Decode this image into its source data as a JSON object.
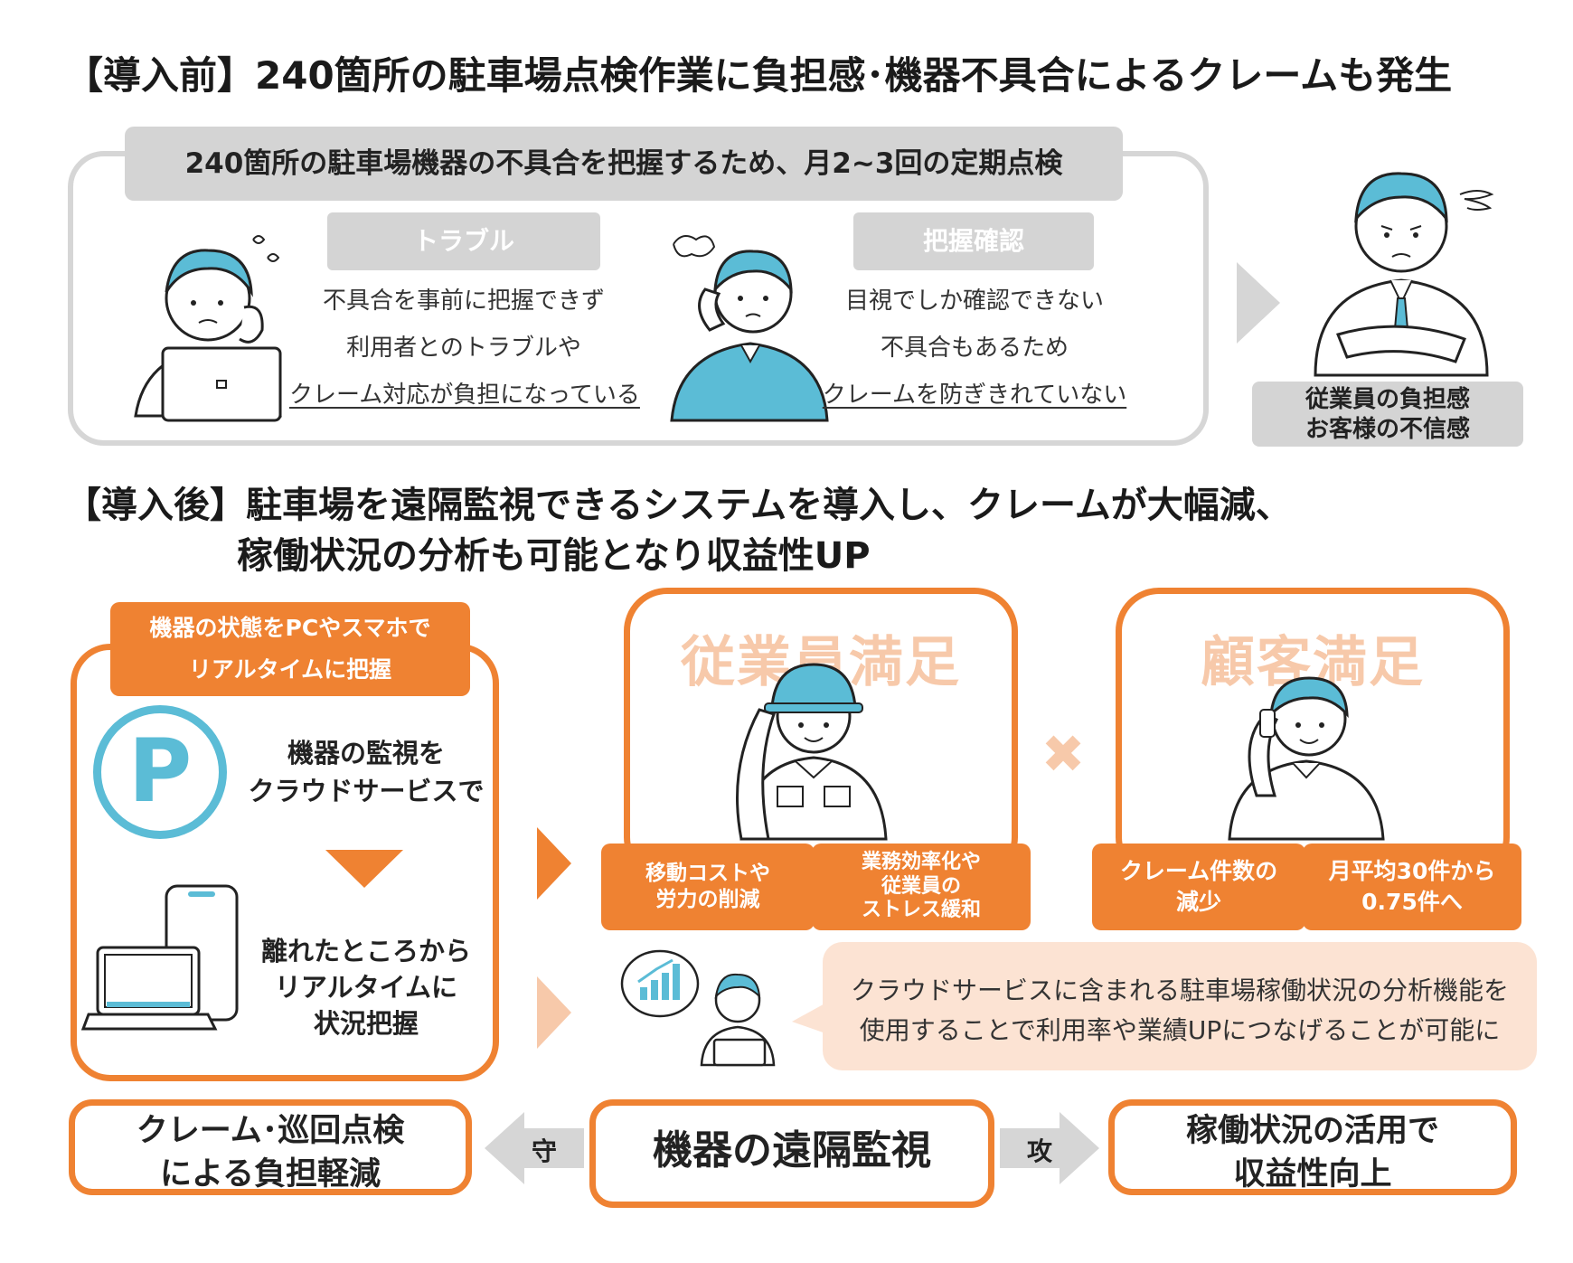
{
  "before": {
    "heading": "【導入前】240箇所の駐車場点検作業に負担感･機器不具合によるクレームも発生",
    "banner": "240箇所の駐車場機器の不具合を把握するため、月2~3回の定期点検",
    "trouble": {
      "label": "トラブル",
      "lines": [
        "不具合を事前に把握できず",
        "利用者とのトラブルや",
        "クレーム対応が負担になっている"
      ]
    },
    "check": {
      "label": "把握確認",
      "lines": [
        "目視でしか確認できない",
        "不具合もあるため",
        "クレームを防ぎきれていない"
      ]
    },
    "result": {
      "line1": "従業員の負担感",
      "line2": "お客様の不信感"
    }
  },
  "after": {
    "heading_line1": "【導入後】駐車場を遠隔監視できるシステムを導入し、クレームが大幅減、",
    "heading_line2": "稼働状況の分析も可能となり収益性UP",
    "left_panel": {
      "tag_line1": "機器の状態をPCやスマホで",
      "tag_line2": "リアルタイムに把握",
      "p_symbol": "P",
      "monitor_line1": "機器の監視を",
      "monitor_line2": "クラウドサービスで",
      "remote_line1": "離れたところから",
      "remote_line2": "リアルタイムに",
      "remote_line3": "状況把握"
    },
    "employee": {
      "title": "従業員満足",
      "box1": {
        "line1": "移動コストや",
        "line2": "労力の削減"
      },
      "box2": {
        "line1": "業務効率化や",
        "line2": "従業員の",
        "line3": "ストレス緩和"
      }
    },
    "times": "✖",
    "customer": {
      "title": "顧客満足",
      "box1": {
        "line1": "クレーム件数の",
        "line2": "減少"
      },
      "box2": {
        "line1": "月平均30件から",
        "line2": "0.75件へ"
      }
    },
    "analysis": {
      "line1": "クラウドサービスに含まれる駐車場稼働状況の分析機能を",
      "line2": "使用することで利用率や業績UPにつなげることが可能に"
    }
  },
  "bottom": {
    "left_line1": "クレーム･巡回点検",
    "left_line2": "による負担軽減",
    "defend": "守",
    "center": "機器の遠隔監視",
    "attack": "攻",
    "right_line1": "稼働状況の活用で",
    "right_line2": "収益性向上"
  },
  "colors": {
    "orange": "#ef8232",
    "peach": "#f7c9aa",
    "light_peach": "#fce3d3",
    "gray": "#d4d4d4",
    "teal": "#5bbcd6"
  }
}
